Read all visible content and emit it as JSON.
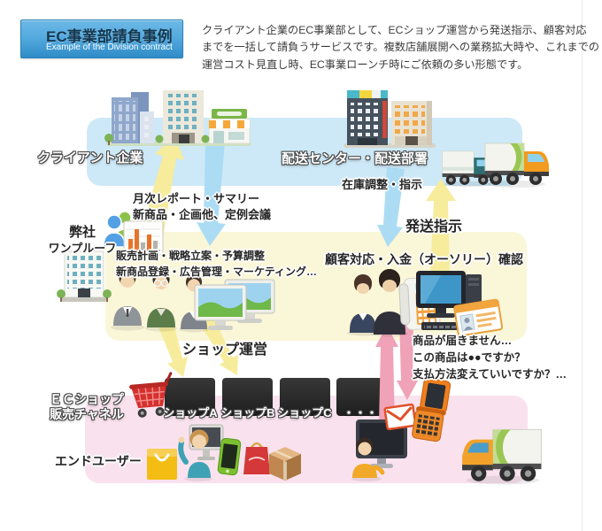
{
  "header": {
    "title": "EC事業部請負事例",
    "subtitle": "Example of the Division contract",
    "description_lines": [
      "クライアント企業のEC事業部として、ECショップ運営から発送指示、顧客対応",
      "までを一括して請負うサービスです。複数店舗展開への業務拡大時や、これまでの",
      "運営コスト見直し時、EC事業ローンチ時にご依頼の多い形態です。"
    ]
  },
  "diagram": {
    "client_label": "クライアント企業",
    "delivery_label": "配送センター・配送部署",
    "inventory_label": "在庫調整・指示",
    "monthly_lines": [
      "月次レポート・サマリー",
      "新商品・企画他、定例会議"
    ],
    "company_lines": [
      "弊社",
      "ワンプルーフ"
    ],
    "plan_lines": [
      "販売計画・戦略立案・予算調整",
      "新商品登録・広告管理・マーケティング…"
    ],
    "shipping_label": "発送指示",
    "support_label": "顧客対応・入金（オーソリー）確認",
    "shop_operation_label": "ショップ運営",
    "ec_channel_lines": [
      "ＥＣショップ",
      "販売チャネル"
    ],
    "shop_names": [
      "ショップA",
      "ショップB",
      "ショップC",
      "・・・"
    ],
    "end_user_label": "エンドユーザー",
    "inquiry_lines": [
      "商品が届きません…",
      "この商品は●●ですか？",
      "支払方法変えていいですか？…"
    ],
    "icons": [
      "client-buildings-icon",
      "delivery-buildings-icon",
      "truck-teal-icon",
      "truck-orange-icon",
      "people-pair-icon",
      "bar-chart-icon",
      "company-building-icon",
      "staff-group-icon",
      "dual-monitors-icon",
      "support-staff-icon",
      "desk-phone-icon",
      "desktop-pc-icon",
      "id-card-icon",
      "shop-screen",
      "shopping-cart-icon",
      "shopping-bag-yellow-icon",
      "end-user-girl-icon",
      "end-user-monitor-icon",
      "smartphone-icon",
      "shopping-bag-red-icon",
      "parcel-box-icon",
      "customer-at-pc-icon",
      "mail-icon",
      "flip-phone-icon",
      "arrow-up-yellow",
      "arrow-down-blue",
      "arrow-up-pink",
      "arrow-down-pink"
    ],
    "colors": {
      "title_box": "#3f9bd4",
      "band_blue": "#cde9f7",
      "band_yellow": "#faf6d8",
      "band_pink": "#f9e2ee",
      "arrow_yellow": "#f6ec9b",
      "arrow_blue": "#abdcf4",
      "arrow_pink": "#f0a2b8",
      "accent_orange": "#f2a53e",
      "accent_green": "#7ab648",
      "accent_red": "#d4302e"
    }
  }
}
